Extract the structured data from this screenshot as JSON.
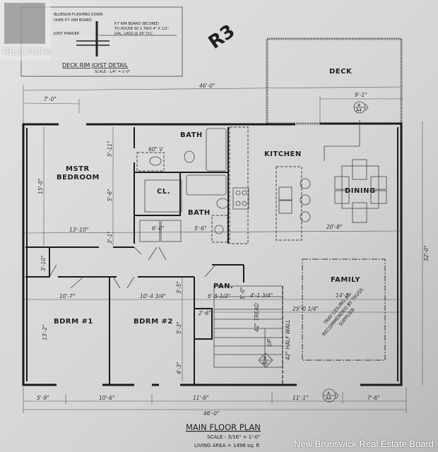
{
  "detail": {
    "title": "DECK RIM JOIST DETAIL",
    "scale": "SCALE - 1/4\" = 1'-0\"",
    "note_flashing_1": "BLUESKIN FLASHING DOWN",
    "note_flashing_2": "OVER P.T. RIM BOARD",
    "note_hanger": "JOIST HANGER",
    "note_rim_1": "P.T RIM BOARD SECURED",
    "note_rim_2": "TO HOUSE W/ 1 TWO 4\" X 1/2\"",
    "note_rim_3": "GAL. LAGS @ 24\" O.C."
  },
  "badge": "R3",
  "logo": {
    "text": "REALTOR®"
  },
  "rooms": {
    "deck": "DECK",
    "bath_upper": "BATH",
    "mstr_1": "MSTR",
    "mstr_2": "BEDROOM",
    "closet": "CL.",
    "bath_lower": "BATH",
    "kitchen": "KITCHEN",
    "dining": "DINING",
    "family": "FAMILY",
    "pantry": "PAN.",
    "bdrm1": "BDRM #1",
    "bdrm2": "BDRM #2"
  },
  "notes": {
    "vanity": "60\" V",
    "tread": "42\" TREAD",
    "up": "UP",
    "half_wall": "42\" HALF WALL",
    "tray_1": "TRAY CEILING AS",
    "tray_2": "RECOMMENDED BY TRUSS",
    "tray_3": "SUPPLIER"
  },
  "dimensions": {
    "top_overall": "46'-0\"",
    "top_left": "7'-0\"",
    "top_right": "9'-1\"",
    "right_overall": "32'-0\"",
    "mstr_width": "13'-10\"",
    "mstr_depth": "15'-0\"",
    "bath_upper": "5'-11\"",
    "closet_depth": "5'-6\"",
    "hall_3_1": "3'-1\"",
    "laundry": "6'-0\"",
    "bath_lower": "5'-6\"",
    "kitchen_dining": "20'-8\"",
    "closet_3_10": "3'-10\"",
    "bdrm1_width": "10'-7\"",
    "bdrm1_depth": "13'-2\"",
    "bdrm2_width": "10'-4 3/4\"",
    "dim_3_5": "3'-5\"",
    "dim_5_3": "5'-3\"",
    "dim_4_3": "4'-3\"",
    "pantry_width": "6'-5 1/2\"",
    "pantry_depth": "5'-0\"",
    "closet_2_6": "2'-6\"",
    "stair": "4'-1 3/4\"",
    "family_width": "14'-5\"",
    "family_depth": "25'-0 1/4\"",
    "bottom_1": "5'-9\"",
    "bottom_2": "10'-6\"",
    "bottom_3": "11'-8\"",
    "bottom_4": "11'-1\"",
    "bottom_5": "7'-6\"",
    "bottom_overall": "46'-0\""
  },
  "section_markers": [
    {
      "top": "A",
      "bottom": "A4"
    },
    {
      "top": "B",
      "bottom": "A3"
    },
    {
      "top": "A",
      "bottom": "A4"
    }
  ],
  "footer": {
    "title": "MAIN FLOOR PLAN",
    "scale": "SCALE - 3/16\" = 1'-0\"",
    "area": "LIVING AREA = 1496 sq. ft"
  },
  "watermark": "New Brunswick Real Estate Board"
}
